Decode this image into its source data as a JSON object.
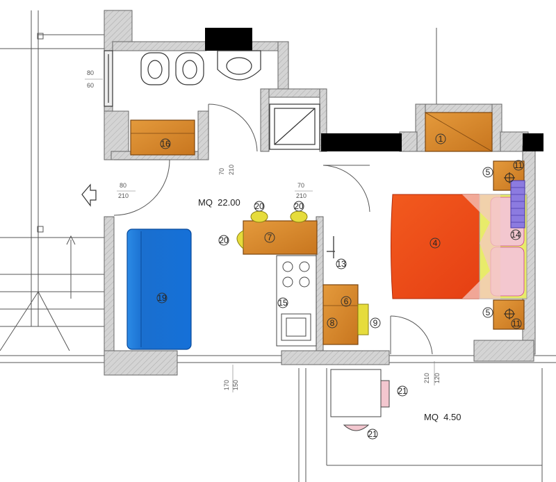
{
  "rooms": [
    {
      "id": "main",
      "area_label": "MQ  22.00"
    },
    {
      "id": "balcony",
      "area_label": "MQ  4.50"
    }
  ],
  "dimensions": {
    "window_left_top": "80",
    "window_left_bottom": "60",
    "door_bath_a": "70",
    "door_bath_b": "210",
    "door_entry_top": "80",
    "door_entry_bottom": "210",
    "door_bed_top": "70",
    "door_bed_bottom": "210",
    "window_bottom_a": "150",
    "window_bottom_b": "170",
    "door_balcony_a": "120",
    "door_balcony_b": "210"
  },
  "items": [
    {
      "key": "wardrobe_top",
      "number": "1"
    },
    {
      "key": "bed",
      "number": "4"
    },
    {
      "key": "nightstand_top",
      "number": "5"
    },
    {
      "key": "nightstand_bottom",
      "number": "5"
    },
    {
      "key": "table_low",
      "number": "6"
    },
    {
      "key": "table_main",
      "number": "7"
    },
    {
      "key": "cabinet",
      "number": "8"
    },
    {
      "key": "chair_table",
      "number": "9"
    },
    {
      "key": "lamp_top",
      "number": "11"
    },
    {
      "key": "lamp_bottom",
      "number": "11"
    },
    {
      "key": "stool",
      "number": "13"
    },
    {
      "key": "radiator",
      "number": "14"
    },
    {
      "key": "kitchen",
      "number": "15"
    },
    {
      "key": "bath_unit",
      "number": "16"
    },
    {
      "key": "sofa",
      "number": "19"
    },
    {
      "key": "chair_left",
      "number": "20"
    },
    {
      "key": "chair_top_a",
      "number": "20"
    },
    {
      "key": "chair_top_b",
      "number": "20"
    },
    {
      "key": "balcony_chair_a",
      "number": "21"
    },
    {
      "key": "balcony_chair_b",
      "number": "21"
    }
  ],
  "colors": {
    "wall_fill": "#c8c8c8",
    "wall_black": "#000000",
    "wood": "#d98a2e",
    "wood_dark": "#8a4f14",
    "bed": "#f04a1a",
    "sofa": "#1f7fd6",
    "chair": "#e6dc3c",
    "pillow": "#f3c7cf"
  }
}
